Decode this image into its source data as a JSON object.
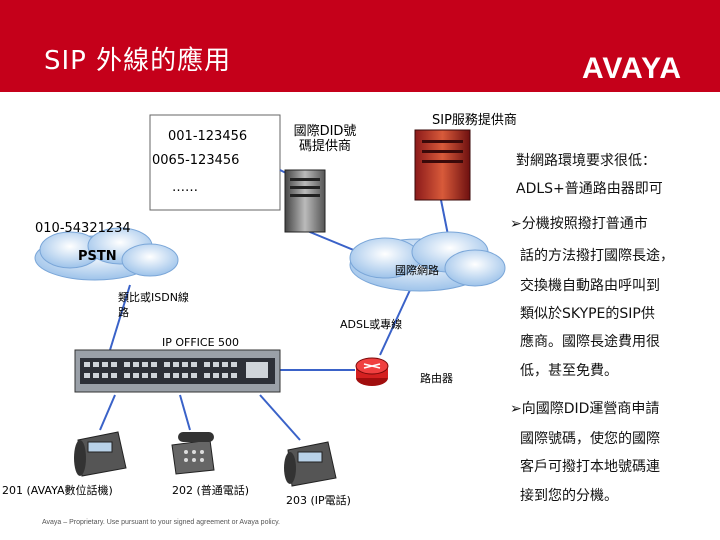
{
  "header": {
    "title": "SIP 外線的應用",
    "logo": "AVAYA",
    "color": "#c5001a"
  },
  "labels": {
    "sip_provider": "SIP服務提供商",
    "did_provider": "國際DID號碼提供商",
    "num1": "001-123456",
    "num2": "0065-123456",
    "num_more": "……",
    "num3": "010-54321234",
    "pstn": "PSTN",
    "internet": "國際網路",
    "isdn": "類比或ISDN線路",
    "adsl": "ADSL或專線",
    "ipoffice": "IP OFFICE 500",
    "router": "路由器",
    "phone201": "201 (AVAYA數位話機)",
    "phone202": "202 (普通電話)",
    "phone203": "203 (IP電話)"
  },
  "notes": {
    "line1": "對網路環境要求很低：",
    "line2": "ADLS+普通路由器即可",
    "bullet1_lines": [
      "➢分機按照撥打普通市",
      "話的方法撥打國際長途，",
      "交換機自動路由呼叫到",
      "類似於SKYPE的SIP供",
      "應商。國際長途費用很",
      "低，甚至免費。"
    ],
    "bullet2_lines": [
      "➢向國際DID運營商申請",
      "國際號碼，使您的國際",
      "客戶可撥打本地號碼連",
      "接到您的分機。"
    ]
  },
  "footer": "Avaya – Proprietary. Use pursuant to your signed agreement or Avaya policy."
}
